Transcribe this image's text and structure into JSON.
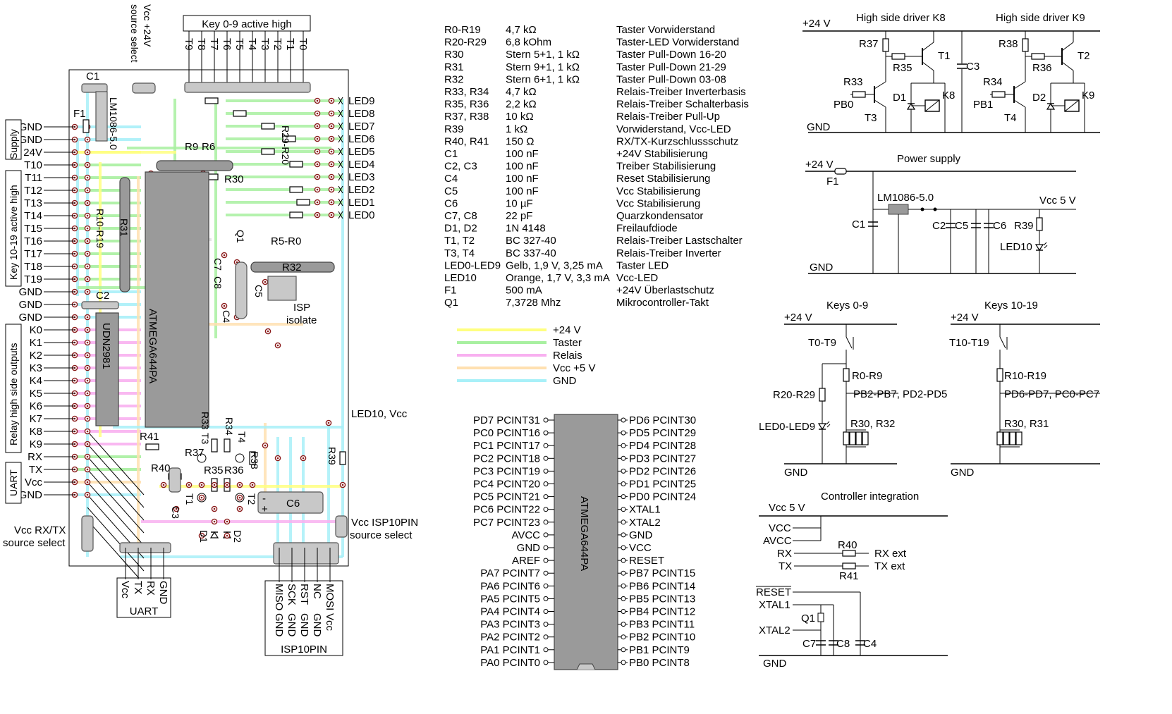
{
  "parts": [
    {
      "ref": "R0-R19",
      "value": "4,7 kΩ",
      "desc": "Taster Vorwiderstand"
    },
    {
      "ref": "R20-R29",
      "value": "6,8 kOhm",
      "desc": "Taster-LED Vorwiderstand"
    },
    {
      "ref": "R30",
      "value": "Stern 5+1, 1 kΩ",
      "desc": "Taster Pull-Down 16-20"
    },
    {
      "ref": "R31",
      "value": "Stern 9+1, 1 kΩ",
      "desc": "Taster Pull-Down 21-29"
    },
    {
      "ref": "R32",
      "value": "Stern 6+1, 1 kΩ",
      "desc": "Taster Pull-Down 03-08"
    },
    {
      "ref": "R33, R34",
      "value": "4,7 kΩ",
      "desc": "Relais-Treiber Inverterbasis"
    },
    {
      "ref": "R35, R36",
      "value": "2,2 kΩ",
      "desc": "Relais-Treiber Schalterbasis"
    },
    {
      "ref": "R37, R38",
      "value": "10 kΩ",
      "desc": "Relais-Treiber Pull-Up"
    },
    {
      "ref": "R39",
      "value": "1 kΩ",
      "desc": "Vorwiderstand, Vcc-LED"
    },
    {
      "ref": "R40, R41",
      "value": "150 Ω",
      "desc": "RX/TX-Kurzschlussschutz"
    },
    {
      "ref": "C1",
      "value": "100 nF",
      "desc": "+24V Stabilisierung"
    },
    {
      "ref": "C2, C3",
      "value": "100 nF",
      "desc": "Treiber Stabilisierung"
    },
    {
      "ref": "C4",
      "value": "100 nF",
      "desc": "Reset Stabilisierung"
    },
    {
      "ref": "C5",
      "value": "100 nF",
      "desc": "Vcc Stabilisierung"
    },
    {
      "ref": "C6",
      "value": "10 µF",
      "desc": "Vcc Stabilisierung"
    },
    {
      "ref": "C7, C8",
      "value": "22 pF",
      "desc": "Quarzkondensator"
    },
    {
      "ref": "D1, D2",
      "value": "1N 4148",
      "desc": "Freilaufdiode"
    },
    {
      "ref": "T1, T2",
      "value": "BC 327-40",
      "desc": "Relais-Treiber Lastschalter"
    },
    {
      "ref": "T3, T4",
      "value": "BC 337-40",
      "desc": "Relais-Treiber Inverter"
    },
    {
      "ref": "LED0-LED9",
      "value": "Gelb, 1,9 V, 3,25 mA",
      "desc": "Taster LED"
    },
    {
      "ref": "LED10",
      "value": "Orange, 1,7 V, 3,3 mA",
      "desc": "Vcc-LED"
    },
    {
      "ref": "F1",
      "value": "500 mA",
      "desc": "+24V Überlastschutz"
    },
    {
      "ref": "Q1",
      "value": "7,3728 Mhz",
      "desc": "Mikrocontroller-Takt"
    }
  ],
  "wire_legend": [
    {
      "label": "+24 V",
      "color": "#ffff80"
    },
    {
      "label": "Taster",
      "color": "#a8f0a0"
    },
    {
      "label": "Relais",
      "color": "#f8b0f0"
    },
    {
      "label": "Vcc +5 V",
      "color": "#ffe0b0"
    },
    {
      "label": "GND",
      "color": "#a8f0f8"
    }
  ],
  "mcu": {
    "name": "ATMEGA644PA",
    "left_pins": [
      "PD7 PCINT31",
      "PC0 PCINT16",
      "PC1 PCINT17",
      "PC2 PCINT18",
      "PC3 PCINT19",
      "PC4 PCINT20",
      "PC5 PCINT21",
      "PC6 PCINT22",
      "PC7 PCINT23",
      "AVCC",
      "GND",
      "AREF",
      "PA7 PCINT7",
      "PA6 PCINT6",
      "PA5 PCINT5",
      "PA4 PCINT4",
      "PA3 PCINT3",
      "PA2 PCINT2",
      "PA1 PCINT1",
      "PA0 PCINT0"
    ],
    "right_pins": [
      "PD6 PCINT30",
      "PD5 PCINT29",
      "PD4 PCINT28",
      "PD3 PCINT27",
      "PD2 PCINT26",
      "PD1 PCINT25",
      "PD0 PCINT24",
      "XTAL1",
      "XTAL2",
      "GND",
      "VCC",
      "RESET",
      "PB7 PCINT15",
      "PB6 PCINT14",
      "PB5 PCINT13",
      "PB4 PCINT12",
      "PB3 PCINT11",
      "PB2 PCINT10",
      "PB1 PCINT9",
      "PB0 PCINT8"
    ]
  },
  "board": {
    "left_groups": [
      {
        "title": "Supply",
        "pins": [
          "GND",
          "GND",
          "24V"
        ]
      },
      {
        "title": "Key 10-19 active high",
        "pins": [
          "T10",
          "T11",
          "T12",
          "T13",
          "T14",
          "T15",
          "T16",
          "T17",
          "T18",
          "T19"
        ]
      },
      {
        "title": "",
        "pins": [
          "GND",
          "GND",
          "GND"
        ]
      },
      {
        "title": "Relay high side outputs",
        "pins": [
          "K0",
          "K1",
          "K2",
          "K3",
          "K4",
          "K5",
          "K6",
          "K7",
          "K8",
          "K9"
        ]
      },
      {
        "title": "UART",
        "pins": [
          "RX",
          "TX",
          "Vcc",
          "GND"
        ]
      }
    ],
    "top_header": {
      "title": "Key 0-9 active high",
      "pins": [
        "T9",
        "T8",
        "T7",
        "T6",
        "T5",
        "T4",
        "T3",
        "T2",
        "T1",
        "T0"
      ]
    },
    "led_labels": [
      "LED9",
      "LED8",
      "LED7",
      "LED6",
      "LED5",
      "LED4",
      "LED3",
      "LED2",
      "LED1",
      "LED0"
    ],
    "uart_header": {
      "title": "UART",
      "pins": [
        "Vcc",
        "TX",
        "RX",
        "GND"
      ]
    },
    "isp_header": {
      "title": "ISP10PIN",
      "top": [
        "MISO",
        "SCK",
        "RST",
        "NC",
        "MOSI"
      ],
      "bottom": [
        "GND",
        "GND",
        "GND",
        "GND",
        "Vcc"
      ]
    },
    "labels": {
      "vcc24_select": "Vcc +24V source select",
      "vcc_rxtx_select": "Vcc RX/TX source select",
      "vcc_isp_select": "Vcc ISP10PIN source select",
      "isp_isolate": "ISP isolate",
      "led10": "LED10, Vcc",
      "c1": "C1",
      "f1": "F1",
      "reg": "LM1086-5.0",
      "c2": "C2",
      "udn": "UDN2981",
      "atmega": "ATMEGA644PA",
      "r9": "R9",
      "r6": "R6",
      "r29r20": "R29-R20",
      "r30": "R30",
      "r10r19": "R10-R19",
      "r31": "R31",
      "q1": "Q1",
      "r5r0": "R5-R0",
      "r32": "R32",
      "c7": "C7",
      "c8": "C8",
      "c5": "C5",
      "c4": "C4",
      "r41": "R41",
      "r40": "R40",
      "r37": "R37",
      "c3": "C3",
      "t1": "T1",
      "t3": "T3",
      "r33": "R33",
      "r34": "R34",
      "t4": "T4",
      "r35": "R35",
      "r36": "R36",
      "r38": "R38",
      "t2": "T2",
      "c6": "C6",
      "d1": "D1",
      "d2": "D2",
      "r39": "R39"
    }
  },
  "schematics": {
    "high_side": {
      "title_k8": "High side driver K8",
      "title_k9": "High side driver K9",
      "vplus": "+24 V",
      "gnd": "GND",
      "k8": {
        "r_pullup": "R37",
        "r_base": "R35",
        "r_in": "R33",
        "input": "PB0",
        "t_inv": "T3",
        "t_sw": "T1",
        "diode": "D1",
        "relay": "K8"
      },
      "k9": {
        "r_pullup": "R38",
        "r_base": "R36",
        "r_in": "R34",
        "input": "PB1",
        "t_inv": "T4",
        "t_sw": "T2",
        "diode": "D2",
        "relay": "K9"
      },
      "cap": "C3"
    },
    "power": {
      "title": "Power supply",
      "vplus": "+24 V",
      "fuse": "F1",
      "reg": "LM1086-5.0",
      "vout": "Vcc 5 V",
      "c1": "C1",
      "c2": "C2",
      "c5": "C5",
      "c6": "C6",
      "r39": "R39",
      "led": "LED10",
      "gnd": "GND"
    },
    "keys_0_9": {
      "title": "Keys 0-9",
      "vplus": "+24 V",
      "switch": "T0-T9",
      "res": "R0-R9",
      "ledres": "R20-R29",
      "led": "LED0-LED9",
      "pins": "PB2-PB7, PD2-PD5",
      "pulldown": "R30, R32",
      "gnd": "GND"
    },
    "keys_10_19": {
      "title": "Keys 10-19",
      "vplus": "+24 V",
      "switch": "T10-T19",
      "res": "R10-R19",
      "pins": "PD6-PD7, PC0-PC7",
      "pulldown": "R30, R31",
      "gnd": "GND"
    },
    "controller": {
      "title": "Controller integration",
      "vcc": "Vcc 5 V",
      "pins": [
        "VCC",
        "AVCC",
        "RX",
        "TX"
      ],
      "r40": "R40",
      "r41": "R41",
      "rx_ext": "RX ext",
      "tx_ext": "TX ext",
      "reset": "RESET",
      "xtal1": "XTAL1",
      "xtal2": "XTAL2",
      "q1": "Q1",
      "c7": "C7",
      "c8": "C8",
      "c4": "C4",
      "gnd": "GND"
    }
  }
}
